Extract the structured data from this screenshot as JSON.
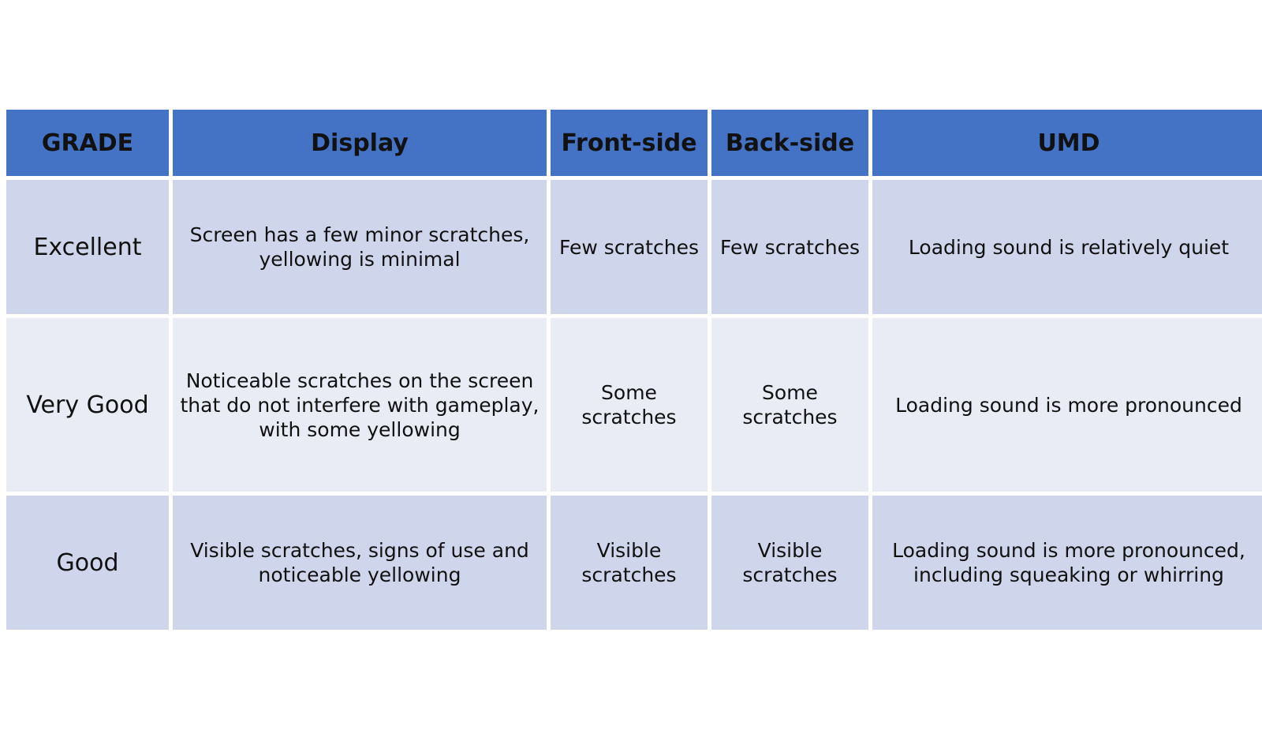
{
  "table": {
    "headers": [
      "GRADE",
      "Display",
      "Front-side",
      "Back-side",
      "UMD"
    ],
    "rows": [
      {
        "grade": "Excellent",
        "display": "Screen has a few minor scratches,\nyellowing is minimal",
        "front": "Few scratches",
        "back": "Few scratches",
        "umd": "Loading sound is relatively quiet"
      },
      {
        "grade": "Very Good",
        "display": "Noticeable scratches on the screen\nthat do not interfere with gameplay,\nwith some yellowing",
        "front": "Some\nscratches",
        "back": "Some\nscratches",
        "umd": "Loading sound is more pronounced"
      },
      {
        "grade": "Good",
        "display": "Visible scratches, signs of use and\nnoticeable yellowing",
        "front": "Visible\nscratches",
        "back": "Visible\nscratches",
        "umd": "Loading sound is more pronounced,\nincluding squeaking or whirring"
      }
    ]
  },
  "colors": {
    "header_bg": "#4472c4",
    "row_dark_bg": "#cfd5ea",
    "row_light_bg": "#e9ebf5"
  }
}
